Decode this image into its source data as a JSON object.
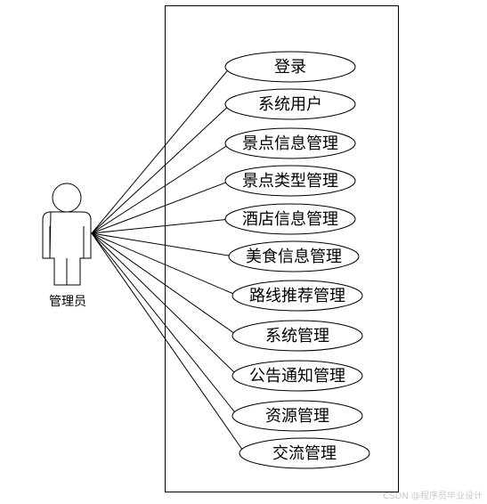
{
  "actor": {
    "name": "管理员"
  },
  "use_cases": [
    {
      "label": "登录"
    },
    {
      "label": "系统用户"
    },
    {
      "label": "景点信息管理"
    },
    {
      "label": "景点类型管理"
    },
    {
      "label": "酒店信息管理"
    },
    {
      "label": "美食信息管理"
    },
    {
      "label": "路线推荐管理"
    },
    {
      "label": "系统管理"
    },
    {
      "label": "公告通知管理"
    },
    {
      "label": "资源管理"
    },
    {
      "label": "交流管理"
    }
  ],
  "watermark": "CSDN @程序员毕业设计"
}
